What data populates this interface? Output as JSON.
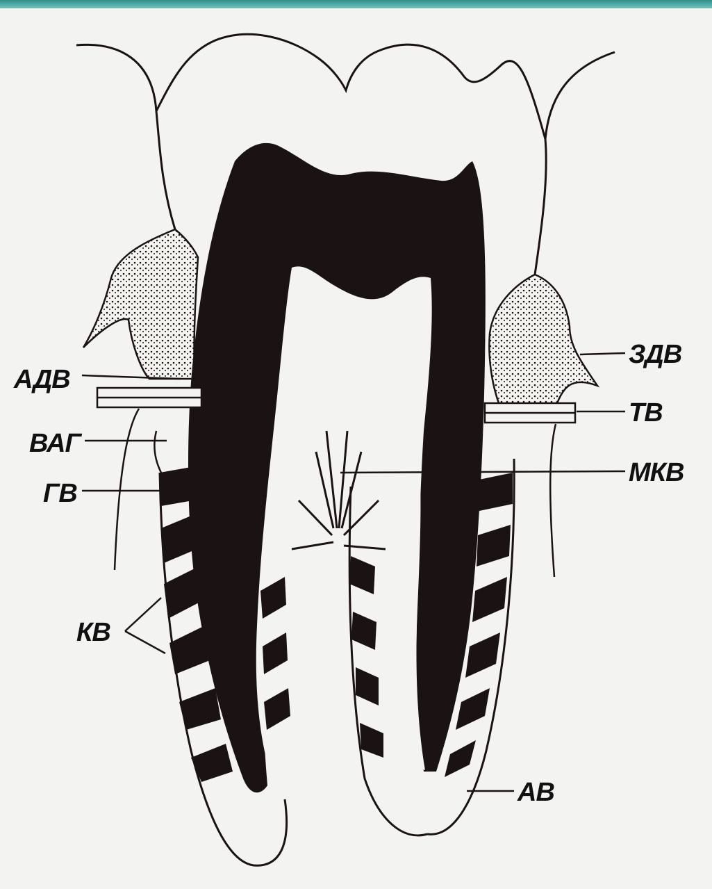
{
  "labels": {
    "adv": "АДВ",
    "vag": "ВАГ",
    "gv": "ГВ",
    "kv": "КВ",
    "zdv": "ЗДВ",
    "tv": "ТВ",
    "mkv": "МКВ",
    "av": "АВ"
  },
  "colors": {
    "ink": "#1b1214",
    "paper": "#f3f3f1",
    "accent_bar": "#2f8f8a"
  }
}
